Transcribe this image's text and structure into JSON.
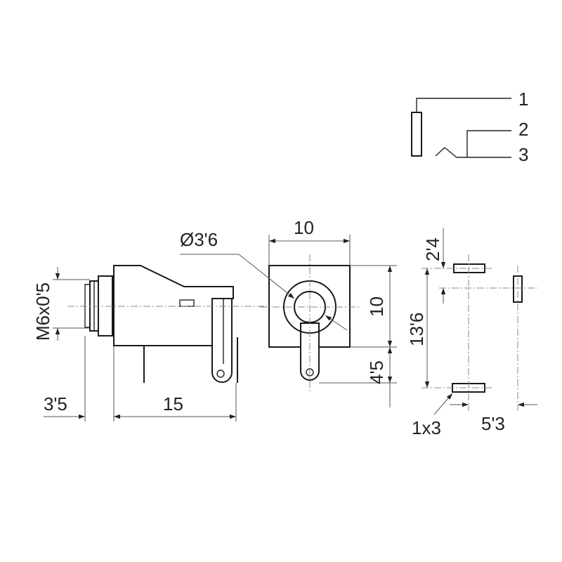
{
  "schematic": {
    "pin_labels": [
      "1",
      "2",
      "3"
    ]
  },
  "dimensions": {
    "thread": "M6x0'5",
    "front_offset": "3'5",
    "body_length": "15",
    "hole_diameter": "Ø3'6",
    "front_width": "10",
    "front_height": "10",
    "lug_height": "4'5",
    "pad_top_offset": "2'4",
    "pad_spacing": "13'6",
    "pad_size": "1x3",
    "pad_side_offset": "5'3"
  },
  "colors": {
    "line": "#222222",
    "centerline": "#888888",
    "background": "#ffffff"
  }
}
